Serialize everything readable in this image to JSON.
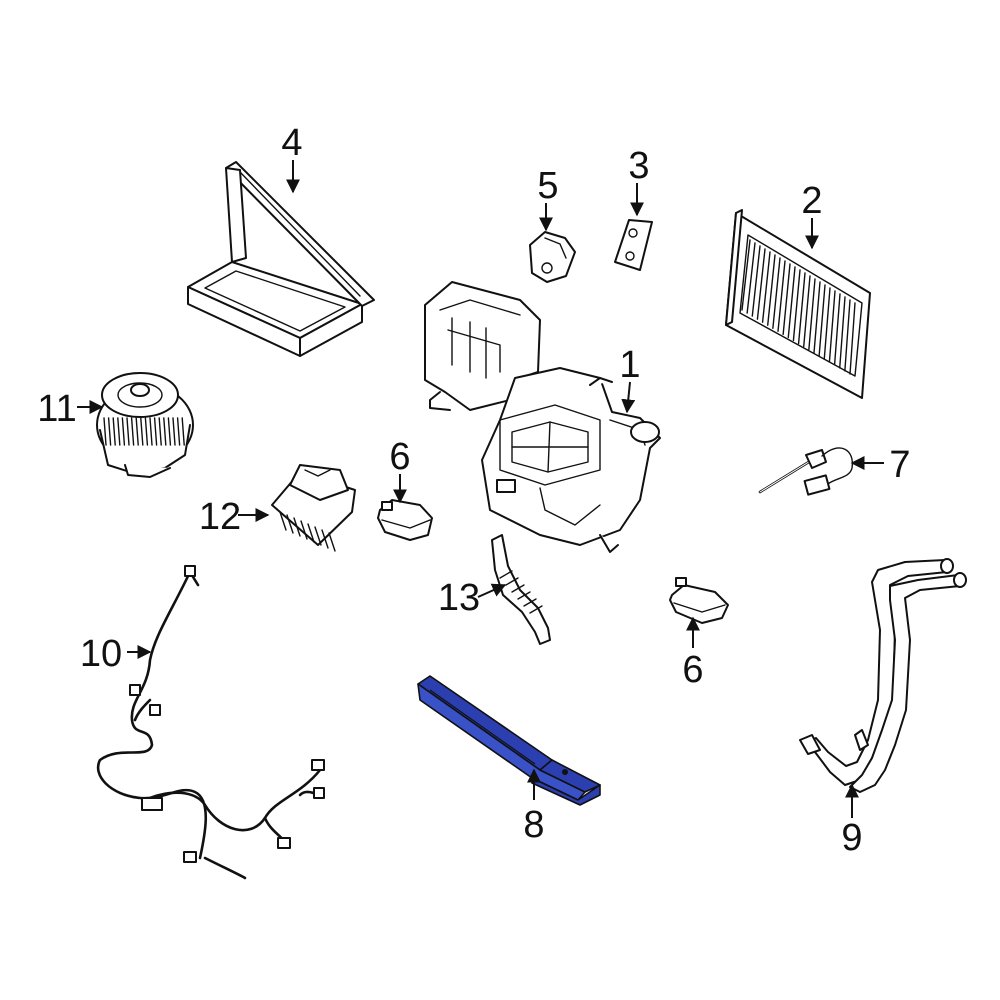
{
  "diagram": {
    "highlight_color": "#2b3fb0",
    "line_color": "#111111",
    "background": "#ffffff",
    "callouts": [
      {
        "id": "c1",
        "label": "1"
      },
      {
        "id": "c2",
        "label": "2"
      },
      {
        "id": "c3",
        "label": "3"
      },
      {
        "id": "c4",
        "label": "4"
      },
      {
        "id": "c5",
        "label": "5"
      },
      {
        "id": "c6a",
        "label": "6"
      },
      {
        "id": "c6b",
        "label": "6"
      },
      {
        "id": "c7",
        "label": "7"
      },
      {
        "id": "c8",
        "label": "8"
      },
      {
        "id": "c9",
        "label": "9"
      },
      {
        "id": "c10",
        "label": "10"
      },
      {
        "id": "c11",
        "label": "11"
      },
      {
        "id": "c12",
        "label": "12"
      },
      {
        "id": "c13",
        "label": "13"
      }
    ]
  }
}
